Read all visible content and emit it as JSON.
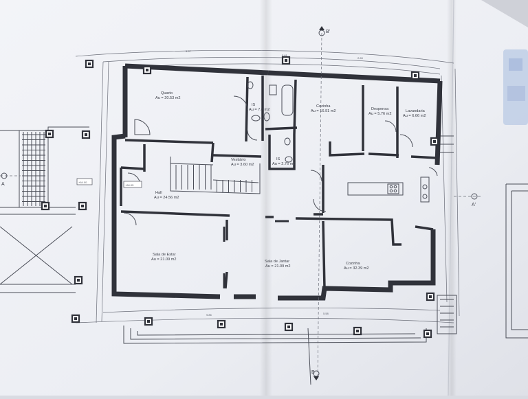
{
  "plan": {
    "rooms": [
      {
        "name": "Quarto",
        "area": "Au = 20.53 m2"
      },
      {
        "name": "IS",
        "area": "Au = 7.6 m2"
      },
      {
        "name": "Cozinha",
        "area": "Au = 16.91 m2"
      },
      {
        "name": "Despensa",
        "area": "Au = 5.76 m2"
      },
      {
        "name": "Lavandaria",
        "area": "Au = 6.66 m2"
      },
      {
        "name": "Vestiário",
        "area": "Au = 3.60 m2"
      },
      {
        "name": "IS",
        "area": "Au = 2.76 m2"
      },
      {
        "name": "Hall",
        "area": "Au = 24.56 m2"
      },
      {
        "name": "Sala de Estar",
        "area": "Au = 21.09 m2"
      },
      {
        "name": "Sala de Jantar",
        "area": "Au = 21.09 m2"
      },
      {
        "name": "Cozinha",
        "area": "Au = 32.39 m2"
      }
    ],
    "levels": [
      "+64.00",
      "+64.05"
    ],
    "section_marks": {
      "b_top": "B'",
      "b_bottom": "B",
      "a_left": "A",
      "a_right": "A'"
    }
  },
  "colors": {
    "paper": "#eff0f5",
    "ink": "#30323a",
    "blur_patch": "#b9c9e4"
  }
}
